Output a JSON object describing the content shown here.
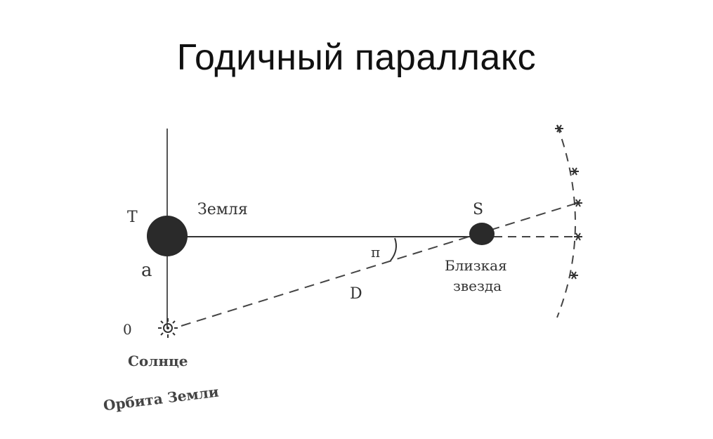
{
  "title": "Годичный параллакс",
  "labels": {
    "earth_letter": "T",
    "earth_name": "Земля",
    "distance_a": "a",
    "sun_zero": "0",
    "sun_name": "Солнце",
    "orbit_name": "Орбита Земли",
    "star_letter": "S",
    "star_name_line1": "Близкая",
    "star_name_line2": "звезда",
    "angle": "π",
    "distance_d": "D"
  },
  "icons": {
    "sun": "sun-icon",
    "earth": "earth-disc",
    "star": "star-disc",
    "background_star": "asterisk-star-icon"
  },
  "colors": {
    "ink": "#333333",
    "fill_dark": "#2a2a2a"
  }
}
